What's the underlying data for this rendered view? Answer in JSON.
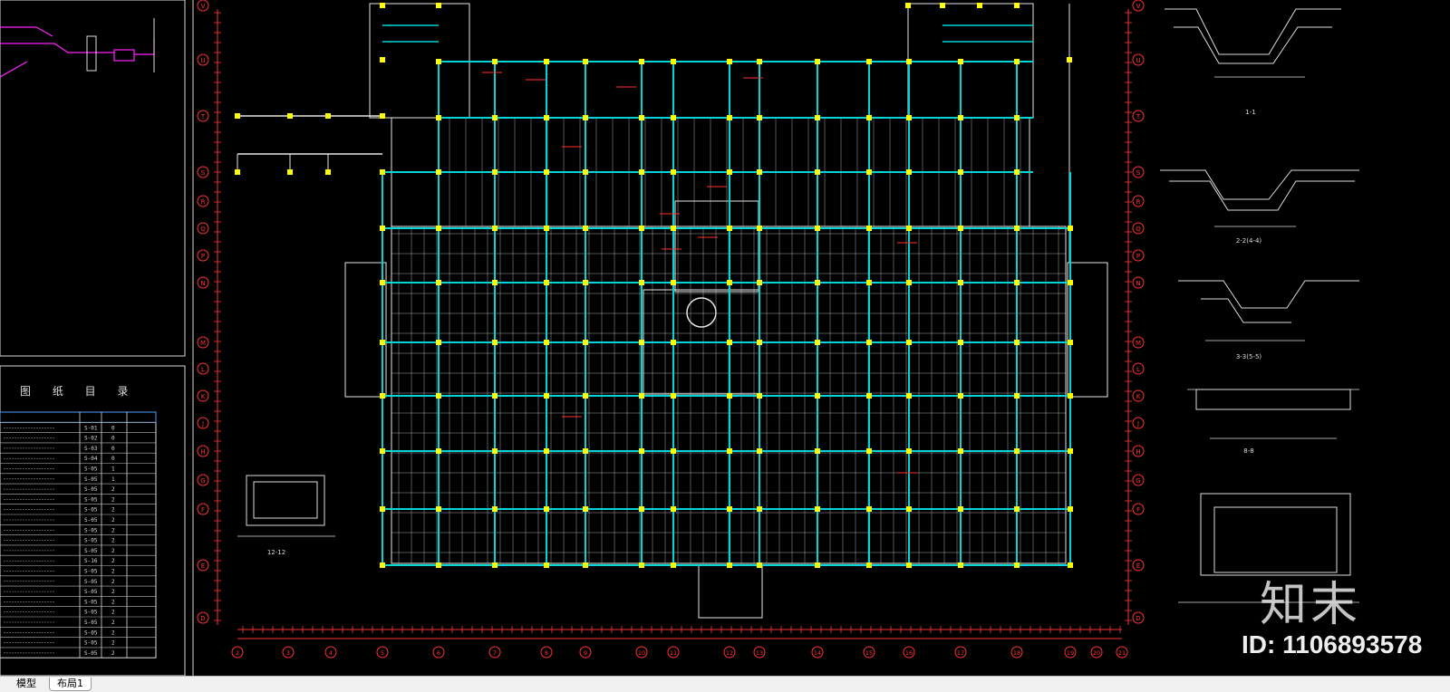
{
  "tabs": [
    {
      "label": "模型"
    },
    {
      "label": "布局1"
    }
  ],
  "watermark": {
    "brand": "知末",
    "id_text": "ID: 1106893578"
  },
  "drawing_index": {
    "title": "图 纸 目 录",
    "rows": [
      {
        "code": "S-01",
        "sheet": "0"
      },
      {
        "code": "S-02",
        "sheet": "0"
      },
      {
        "code": "S-03",
        "sheet": "0"
      },
      {
        "code": "S-04",
        "sheet": "0"
      },
      {
        "code": "S-05",
        "sheet": "1"
      },
      {
        "code": "S-05",
        "sheet": "1"
      },
      {
        "code": "S-05",
        "sheet": "2"
      },
      {
        "code": "S-05",
        "sheet": "2"
      },
      {
        "code": "S-05",
        "sheet": "2"
      },
      {
        "code": "S-05",
        "sheet": "2"
      },
      {
        "code": "S-05",
        "sheet": "2"
      },
      {
        "code": "S-05",
        "sheet": "2"
      },
      {
        "code": "S-05",
        "sheet": "2"
      },
      {
        "code": "S-16",
        "sheet": "2"
      },
      {
        "code": "S-05",
        "sheet": "2"
      },
      {
        "code": "S-05",
        "sheet": "2"
      },
      {
        "code": "S-05",
        "sheet": "2"
      },
      {
        "code": "S-05",
        "sheet": "2"
      },
      {
        "code": "S-05",
        "sheet": "2"
      },
      {
        "code": "S-05",
        "sheet": "2"
      },
      {
        "code": "S-05",
        "sheet": "2"
      },
      {
        "code": "S-05",
        "sheet": "2"
      },
      {
        "code": "S-05",
        "sheet": "2"
      }
    ]
  },
  "grid_rows": [
    "V",
    "U",
    "T",
    "S",
    "R",
    "Q",
    "P",
    "N",
    "M",
    "L",
    "K",
    "J",
    "H",
    "G",
    "F",
    "E",
    "D"
  ],
  "grid_cols": [
    "2",
    "3",
    "4",
    "5",
    "6",
    "7",
    "8",
    "9",
    "10",
    "11",
    "12",
    "13",
    "14",
    "15",
    "16",
    "17",
    "18",
    "19",
    "20",
    "21"
  ],
  "section_labels": [
    "1-1",
    "2-2(4-4)",
    "3-3(5-5)",
    "8-8",
    "12-12"
  ],
  "colors": {
    "background": "#000000",
    "beam": "#00d6d6",
    "column": "#ffff00",
    "axis": "#ff3333",
    "wall": "#e6e6e6",
    "pipe": "#ff00ff"
  }
}
